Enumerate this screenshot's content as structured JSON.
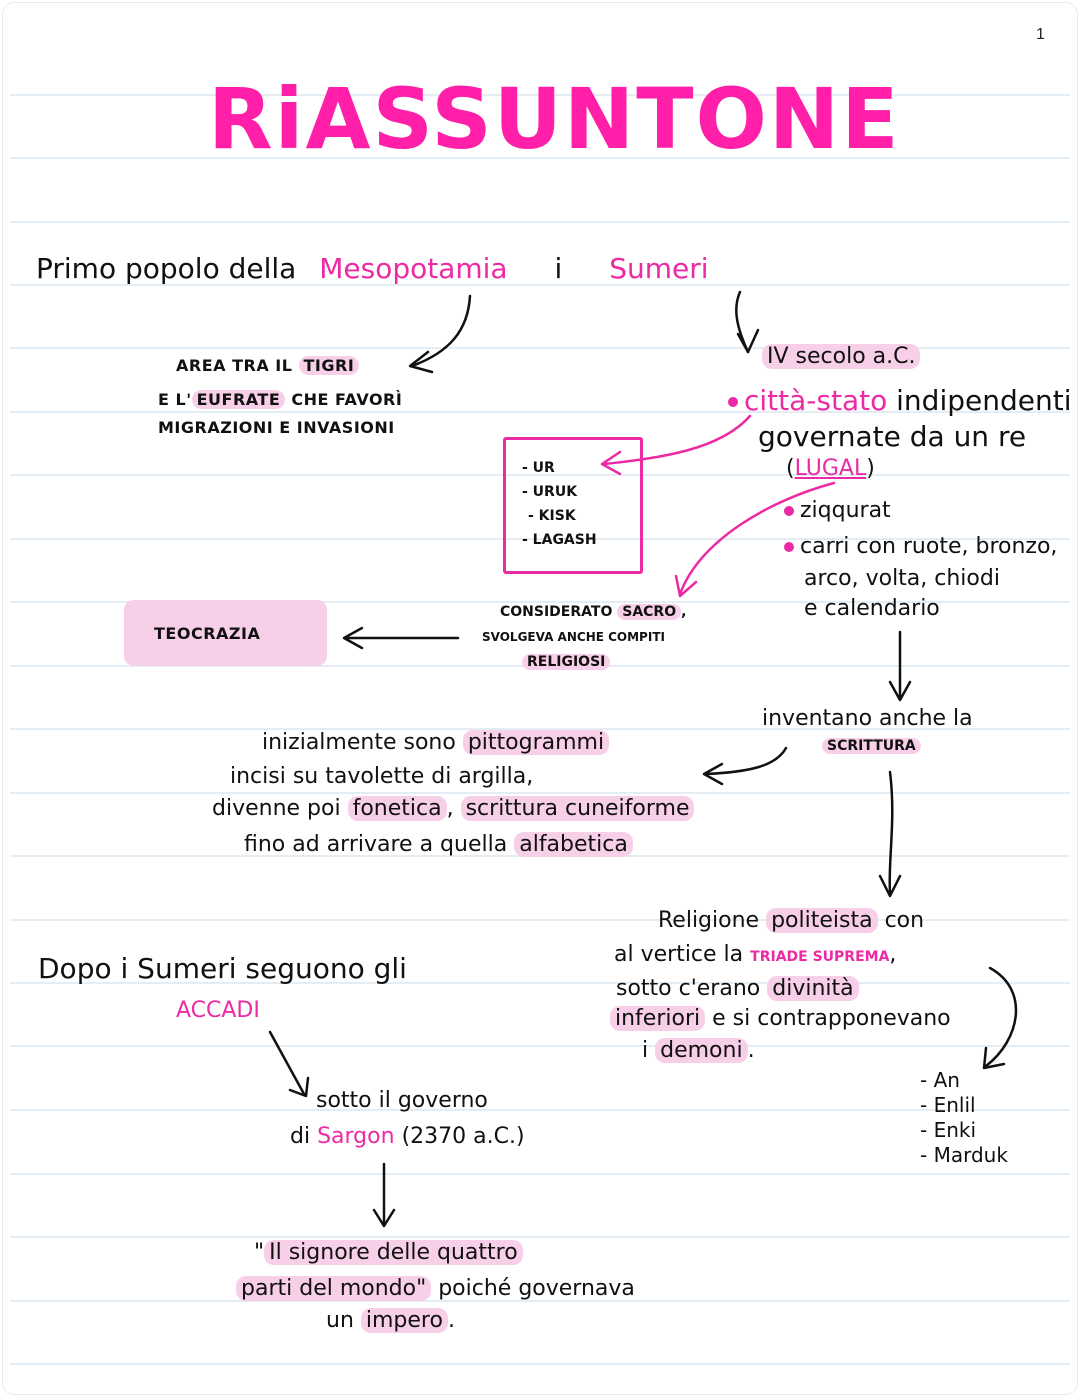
{
  "page": {
    "number": "1",
    "title": "RiASSUNTONE"
  },
  "colors": {
    "accent_pink": "#ec2aa4",
    "title_pink": "#ff1fa8",
    "highlight_pink": "#f8cfe9",
    "ink": "#111111",
    "rule_line": "#e4edf3"
  },
  "intro": {
    "prefix": "Primo popolo della",
    "mesopotamia": "Mesopotamia",
    "i": "i",
    "sumeri": "Sumeri"
  },
  "area": {
    "line1_prefix": "AREA TRA IL",
    "tigri": "TIGRI",
    "line2_prefix": "E L'",
    "eufrate": "EUFRATE",
    "line2_suffix": "CHE FAVORÌ",
    "line3": "MIGRAZIONI E INVASIONI"
  },
  "period": {
    "label": "IV secolo a.C."
  },
  "citta_stato": {
    "title": "città-stato",
    "suffix": "indipendenti",
    "line2": "governate da un re",
    "lugal_open": "(",
    "lugal": "LUGAL",
    "lugal_close": ")"
  },
  "cities": {
    "items": [
      "- UR",
      "- URUK",
      "- KISK",
      "- LAGASH"
    ]
  },
  "inventions": {
    "items": [
      "ziqqurat",
      "carri con ruote, bronzo,"
    ],
    "line2": "arco, volta, chiodi",
    "line3": "e calendario"
  },
  "king_role": {
    "line1_prefix": "CONSIDERATO",
    "sacro": "SACRO",
    "line1_suffix": ",",
    "line2": "SVOLGEVA ANCHE COMPITI",
    "religiosi": "RELIGIOSI"
  },
  "teocrazia": {
    "label": "TEOCRAZIA"
  },
  "writing": {
    "line1": "inventano anche la",
    "scrittura": "SCRITTURA"
  },
  "writing_evolution": {
    "line1_prefix": "inizialmente sono",
    "pittogrammi": "pittogrammi",
    "line2": "incisi su tavolette di argilla,",
    "line3_prefix": "divenne poi",
    "fonetica": "fonetica",
    "line3_mid": ",",
    "cuneiforme": "scrittura cuneiforme",
    "line4_prefix": "fino ad arrivare a quella",
    "alfabetica": "alfabetica"
  },
  "religion": {
    "line1_prefix": "Religione",
    "politeista": "politeista",
    "line1_suffix": "con",
    "line2_prefix": "al vertice la",
    "triade": "TRIADE SUPREMA",
    "line2_suffix": ",",
    "line3_prefix": "sotto c'erano",
    "divinita": "divinità",
    "inferiori": "inferiori",
    "line4_suffix": "e si contrapponevano",
    "line5_prefix": "i",
    "demoni": "demoni",
    "line5_suffix": "."
  },
  "gods": {
    "items": [
      "- An",
      "- Enlil",
      "- Enki",
      "- Marduk"
    ]
  },
  "accadi": {
    "line1": "Dopo i Sumeri seguono gli",
    "name": "ACCADI"
  },
  "sargon": {
    "line1": "sotto il governo",
    "line2_prefix": "di",
    "name": "Sargon",
    "date": "(2370 a.C.)"
  },
  "title_quote": {
    "line1_open": "\"",
    "line1_hl": "Il signore delle quattro",
    "line2_hl": "parti del mondo\"",
    "line2_suffix": "poiché governava",
    "line3_prefix": "un",
    "impero": "impero",
    "line3_suffix": "."
  }
}
